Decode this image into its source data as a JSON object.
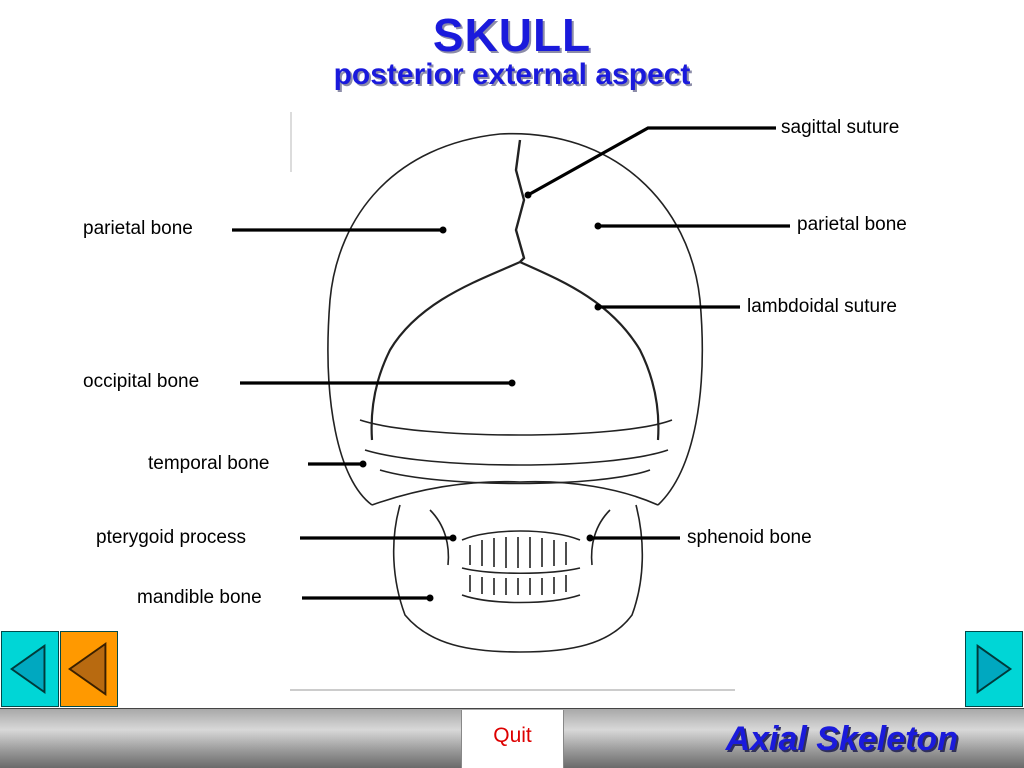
{
  "title": {
    "main": "SKULL",
    "subtitle": "posterior external aspect"
  },
  "labels": {
    "sagittal_suture": "sagittal suture",
    "parietal_bone_left": "parietal bone",
    "parietal_bone_right": "parietal bone",
    "lambdoidal_suture": "lambdoidal suture",
    "occipital_bone": "occipital bone",
    "temporal_bone": "temporal bone",
    "pterygoid_process": "pterygoid process",
    "sphenoid_bone": "sphenoid bone",
    "mandible_bone": "mandible bone"
  },
  "footer": {
    "quit_label": "Quit",
    "section_name": "Axial Skeleton"
  },
  "colors": {
    "title_blue": "#1a1adc",
    "nav_cyan": "#00d6d6",
    "nav_orange": "#ff9900",
    "quit_red": "#dd0000"
  },
  "icons": {
    "back": "triangle-left-icon",
    "home": "triangle-left-icon",
    "next": "triangle-right-icon"
  }
}
